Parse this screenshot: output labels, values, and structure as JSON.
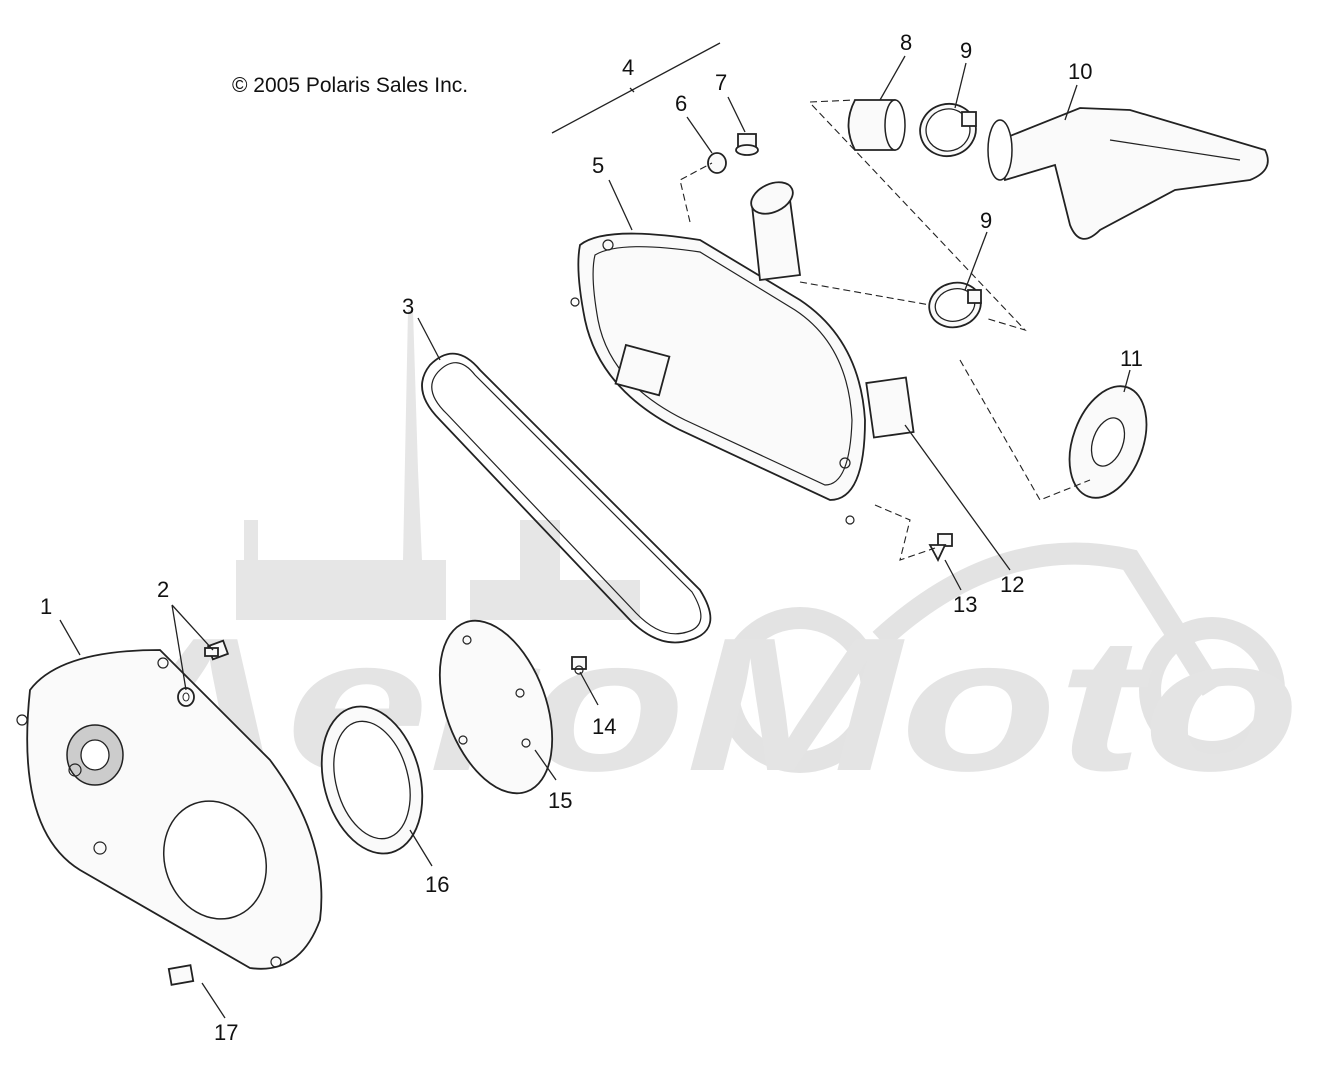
{
  "copyright": "© 2005 Polaris Sales Inc.",
  "watermark": "AeroMoto",
  "callouts": {
    "p1": "1",
    "p2": "2",
    "p3": "3",
    "p4": "4",
    "p5": "5",
    "p6": "6",
    "p7": "7",
    "p8": "8",
    "p9a": "9",
    "p9b": "9",
    "p10": "10",
    "p11": "11",
    "p12": "12",
    "p13": "13",
    "p14": "14",
    "p15": "15",
    "p16": "16",
    "p17": "17"
  }
}
